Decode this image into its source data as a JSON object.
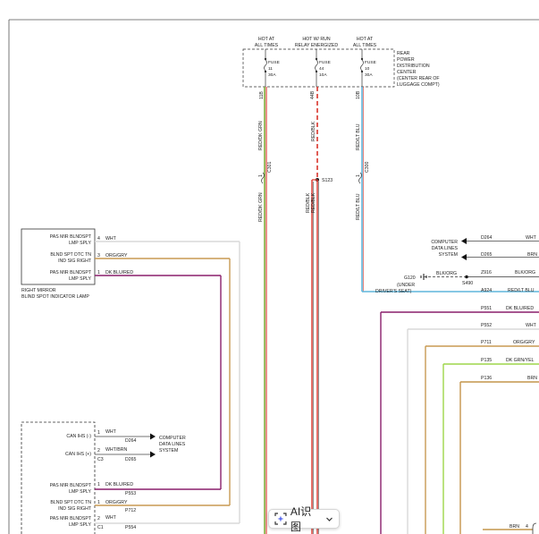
{
  "fuses": [
    {
      "state": "HOT AT",
      "state2": "ALL TIMES",
      "name": "FUSE",
      "num": "11",
      "amp": "30A",
      "circuit": "11B"
    },
    {
      "state": "HOT W/ RUN",
      "state2": "RELAY ENERGIZED",
      "name": "FUSE",
      "num": "44",
      "amp": "10A",
      "circuit": "44B"
    },
    {
      "state": "HOT AT",
      "state2": "ALL TIMES",
      "name": "FUSE",
      "num": "10",
      "amp": "30A",
      "circuit": "10B"
    }
  ],
  "fuse_box_label": [
    "REAR",
    "POWER",
    "DISTRIBUTION",
    "CENTER",
    "(CENTER REAR OF",
    "LUGGAGE COMPT)"
  ],
  "wire_labels": {
    "w1_upper": "RED/DK GRN",
    "w1_conn": "C301",
    "w1_lower": "RED/DK GRN",
    "w2_upper": "RED/BLK",
    "w2_splice": "S123",
    "w2_lower_a": "RED/BLK",
    "w2_lower_b": "RED/BLK",
    "w3_upper": "RED/LT BLU",
    "w3_conn": "C300",
    "w3_lower": "RED/LT BLU",
    "conn_pin": "1"
  },
  "right_mirror": {
    "pins": [
      {
        "name1": "PAS MIR BLNDSPT",
        "name2": "LMP SPLY",
        "pin": "4",
        "wire": "WHT"
      },
      {
        "name1": "BLND SPT DTC TN",
        "name2": "IND SIG RIGHT",
        "pin": "3",
        "wire": "ORG/GRY"
      },
      {
        "name1": "PAS MIR BLNDSPT",
        "name2": "LMP SPLY",
        "pin": "1",
        "wire": "DK BLU/RED"
      }
    ],
    "title1": "RIGHT MIRROR",
    "title2": "BLIND SPOT INDICATOR LAMP"
  },
  "lower_module": {
    "can_rows": [
      {
        "name": "CAN IHS (-)",
        "pin": "1",
        "wire": "WHT",
        "circuit": "D264"
      },
      {
        "name": "CAN IHS (+)",
        "pin": "2",
        "wire": "WHT/BRN",
        "conn": "C3",
        "circuit": "D265"
      }
    ],
    "system_label": [
      "COMPUTER",
      "DATA LINES",
      "SYSTEM"
    ],
    "rows": [
      {
        "name1": "PAS MIR BLNDSPT",
        "name2": "LMP SPLY",
        "pin": "1",
        "wire": "DK BLU/RED",
        "circuit": "P553"
      },
      {
        "name1": "BLND SPT DTC TN",
        "name2": "IND SIG RIGHT",
        "pin": "1",
        "wire": "ORG/GRY",
        "circuit": "P712"
      },
      {
        "name1": "PAS MIR BLNDSPT",
        "name2": "LMP SPLY",
        "pin": "2",
        "wire": "WHT",
        "conn": "C1",
        "circuit": "P554"
      }
    ]
  },
  "right_side": {
    "cdl_label": [
      "COMPUTER",
      "DATA LINES",
      "SYSTEM"
    ],
    "cdl_rows": [
      {
        "circuit": "D264",
        "wire": "WHT"
      },
      {
        "circuit": "D265",
        "wire": "BRN"
      }
    ],
    "ground": {
      "id": "G120",
      "note1": "(UNDER",
      "note2": "DRIVER'S SEAT)",
      "wire": "BLK/ORG",
      "circuit": "Z916",
      "splice": "S490",
      "wire_r": "BLK/ORG"
    },
    "a924": {
      "circuit": "A924",
      "wire": "RED/LT BLU"
    },
    "rows": [
      {
        "circuit": "P551",
        "wire": "DK BLU/RED"
      },
      {
        "circuit": "P552",
        "wire": "WHT"
      },
      {
        "circuit": "P711",
        "wire": "ORG/GRY"
      },
      {
        "circuit": "P135",
        "wire": "DK GRN/YEL"
      },
      {
        "circuit": "P136",
        "wire": "BRN"
      }
    ],
    "bottom": {
      "wire": "BRN",
      "pin": "4"
    }
  },
  "toolbar": {
    "label": "AI识图"
  },
  "colors": {
    "red_dk_grn": "#7fae3a",
    "red": "#d9342b",
    "lt_blu": "#5fb6dc",
    "dk_blu_red": "#8a1f6b",
    "org_gry": "#c89a52",
    "wht": "#d8d8d8",
    "dk_grn_yel": "#9ed64a",
    "brn": "#c4954b",
    "frame": "#666666"
  }
}
